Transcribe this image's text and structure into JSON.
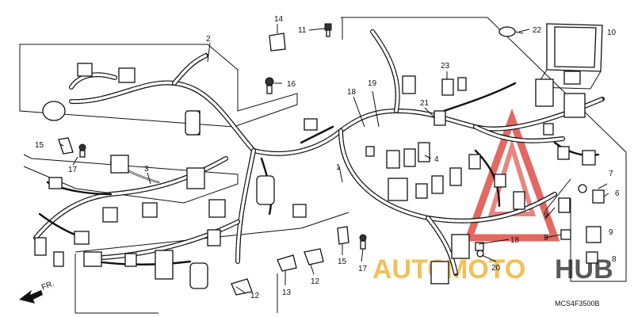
{
  "diagram": {
    "code": "MCS4F3500B",
    "front_label": "FR.",
    "callouts": {
      "c1": "1",
      "c2": "2",
      "c3": "3",
      "c4": "4",
      "c6": "6",
      "c7": "7",
      "c8a": "8",
      "c8b": "8",
      "c9a": "9",
      "c9b": "9",
      "c10": "10",
      "c11": "11",
      "c12a": "12",
      "c12b": "12",
      "c13": "13",
      "c14": "14",
      "c15a": "15",
      "c15b": "15",
      "c16": "16",
      "c17a": "17",
      "c17b": "17",
      "c18a": "18",
      "c18b": "18",
      "c19": "19",
      "c20": "20",
      "c21": "21",
      "c22": "22",
      "c23": "23"
    }
  },
  "watermark": {
    "part_a": "AUTO",
    "part_b": "MOTO",
    "part_c": "HUB",
    "color_a": "#f0b63a",
    "color_b": "#3d3d3d",
    "color_tri": "#d9362c"
  }
}
